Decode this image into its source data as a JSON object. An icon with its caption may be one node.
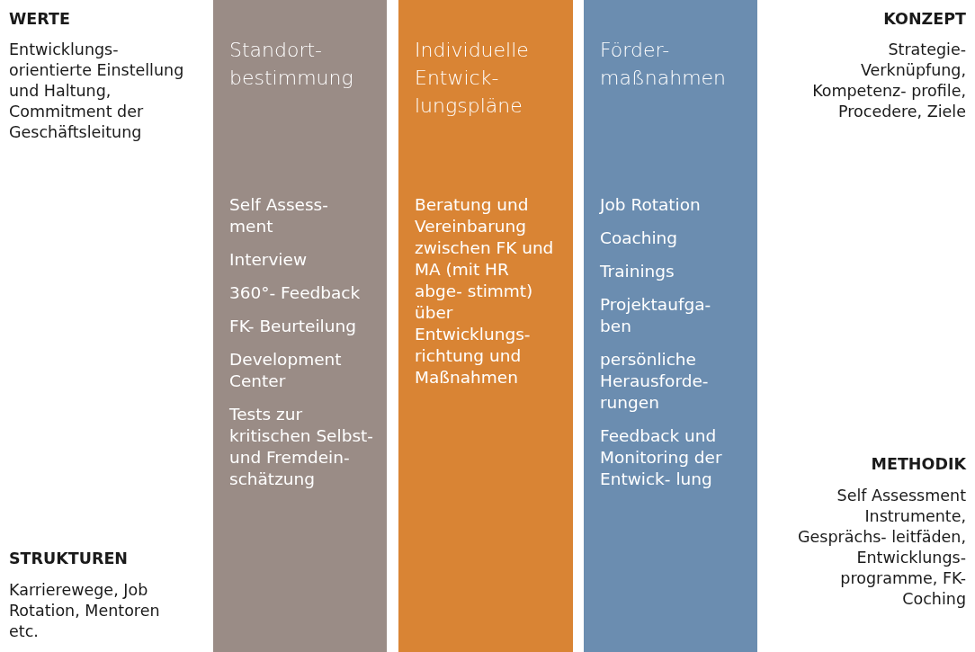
{
  "diagram": {
    "nodes": [
      {
        "text": [
          "Standort- bestimmung",
          "Self Assess- ment",
          "Interview",
          "360°- Feedback",
          "FK- Beurteilung",
          "Development Center",
          "Tests zur kritischen Selbst- und Fremdein- schätzung"
        ]
      },
      {
        "text": [
          "Individuelle Entwick- lungspläne",
          "Beratung und Vereinbarung zwischen FK und MA (mit HR abge- stimmt) über Entwicklungs- richtung und Maßnahmen"
        ]
      },
      {
        "text": [
          "Förder- maßnahmen",
          "Job Rotation",
          "Coaching",
          "Trainings",
          "Projektaufga- ben",
          "persönliche Herausforde- rungen",
          "Feedback und Monitoring der Entwick- lung"
        ]
      }
    ],
    "labels": [
      "WERTE",
      "Entwicklungs- orientierte Einstellung und Haltung, Commitment der Geschäftsleitung",
      "KONZEPT",
      "Strategie- Verknüpfung, Kompetenz- profile, Procedere, Ziele",
      "METHODIK",
      "Self Assessment Instrumente, Gesprächs- leitfäden, Entwicklungs- programme, FK-Coching",
      "STRUKTUREN",
      "Karrierewege, Job Rotation, Mentoren etc."
    ]
  }
}
